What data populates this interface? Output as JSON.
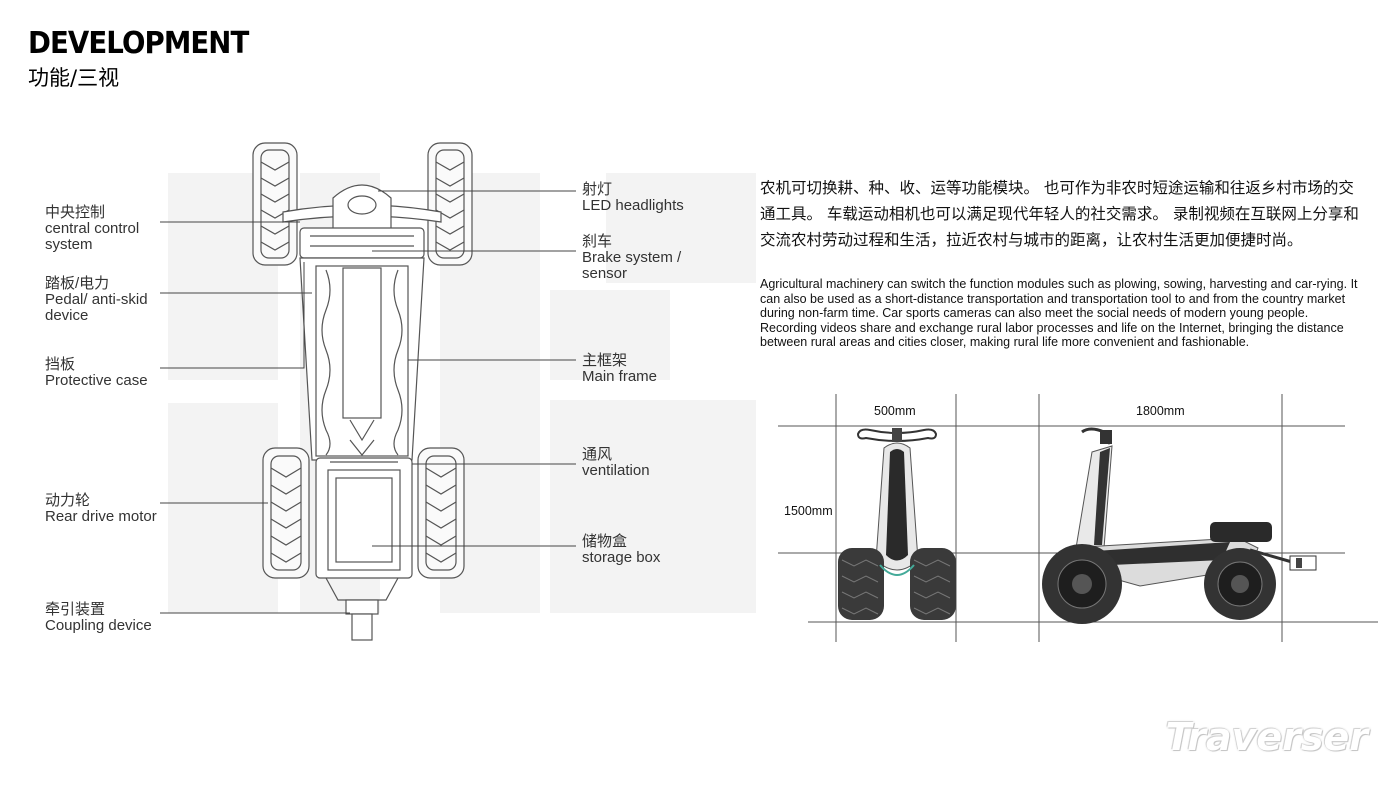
{
  "header": {
    "title": "DEVELOPMENT",
    "subtitle": "功能/三视"
  },
  "callouts_left": [
    {
      "cn": "中央控制",
      "en": "central control system"
    },
    {
      "cn": "踏板/电力",
      "en": "Pedal/ anti-skid device"
    },
    {
      "cn": "挡板",
      "en": "Protective case"
    },
    {
      "cn": "动力轮",
      "en": "Rear drive motor"
    },
    {
      "cn": "牵引装置",
      "en": "Coupling device"
    }
  ],
  "callouts_right": [
    {
      "cn": "射灯",
      "en": "LED headlights"
    },
    {
      "cn": "刹车",
      "en": "Brake system / sensor"
    },
    {
      "cn": "主框架",
      "en": "Main frame"
    },
    {
      "cn": "通风",
      "en": "ventilation"
    },
    {
      "cn": "储物盒",
      "en": "storage box"
    }
  ],
  "description": {
    "cn": "农机可切换耕、种、收、运等功能模块。 也可作为非农时短途运输和往返乡村市场的交通工具。 车载运动相机也可以满足现代年轻人的社交需求。 录制视频在互联网上分享和交流农村劳动过程和生活，拉近农村与城市的距离，让农村生活更加便捷时尚。",
    "en": "Agricultural machinery can switch the function modules such as plowing, sowing, harvesting and car-rying. It can also be used as a short-distance transportation and transportation tool to and from the country market during non-farm time. Car sports cameras can also meet the social needs of modern young people. Recording videos share and exchange rural labor processes and life on the Internet, bringing the distance between rural areas and cities closer, making rural life more convenient and fashionable."
  },
  "dimensions": {
    "width": "500mm",
    "length": "1800mm",
    "height": "1500mm"
  },
  "brand": "Traverser",
  "colors": {
    "background": "#ffffff",
    "line": "#444444",
    "watermark": "#f2f2f2"
  }
}
